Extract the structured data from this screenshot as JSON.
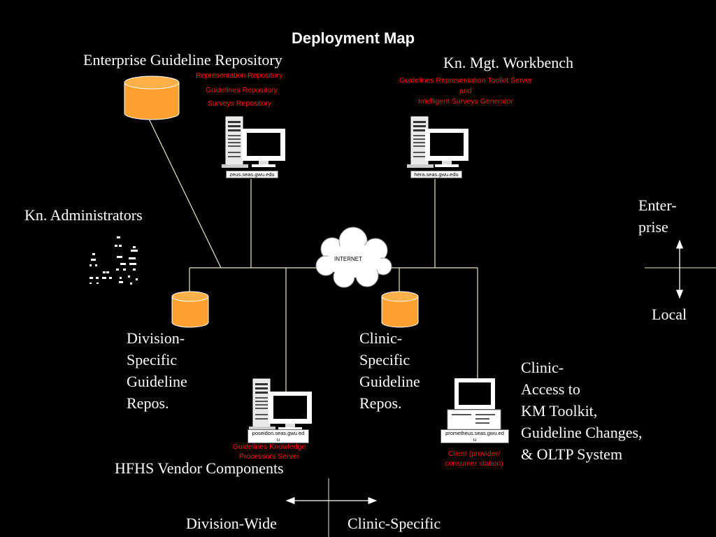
{
  "title": "Deployment Map",
  "labels": {
    "enterprise_repo": "Enterprise Guideline Repository",
    "kn_workbench": "Kn. Mgt. Workbench",
    "kn_admins": "Kn. Administrators",
    "enterprise": "Enter-\nprise",
    "local": "Local",
    "division_repo": "Division-\nSpecific\nGuideline\nRepos.",
    "clinic_repo": "Clinic-\nSpecific\nGuideline\nRepos.",
    "clinic_access": "Clinic-\nAccess to\nKM Toolkit,\nGuideline Changes,\n& OLTP System",
    "vendor": "HFHS Vendor Components",
    "division_wide": "Division-Wide",
    "clinic_specific": "Clinic-Specific"
  },
  "zeus": {
    "repos": [
      "Representation Repository",
      "Guidelines Repository",
      "Surveys Repository"
    ],
    "host": "zeus.seas.gwu.edu"
  },
  "hera": {
    "services": [
      "Guidelines Representation Toolkit Server",
      "and",
      "Intelligent Surveys Generator"
    ],
    "host": "hera.seas.gwu.edu"
  },
  "internet": "INTERNET",
  "poseidon": {
    "host": "poseidon.seas.gwu.ed\nu",
    "role": "Guidelines Knowledge\nProcessors Server"
  },
  "prometheus": {
    "host": "prometheus.seas.gwu.ed\nu",
    "role": "Client (provider/\nconsumer station)"
  },
  "colors": {
    "background": "#000000",
    "cylinder": "#ffa030",
    "red_text": "#ff1010",
    "lines": "#e8e8c8"
  }
}
